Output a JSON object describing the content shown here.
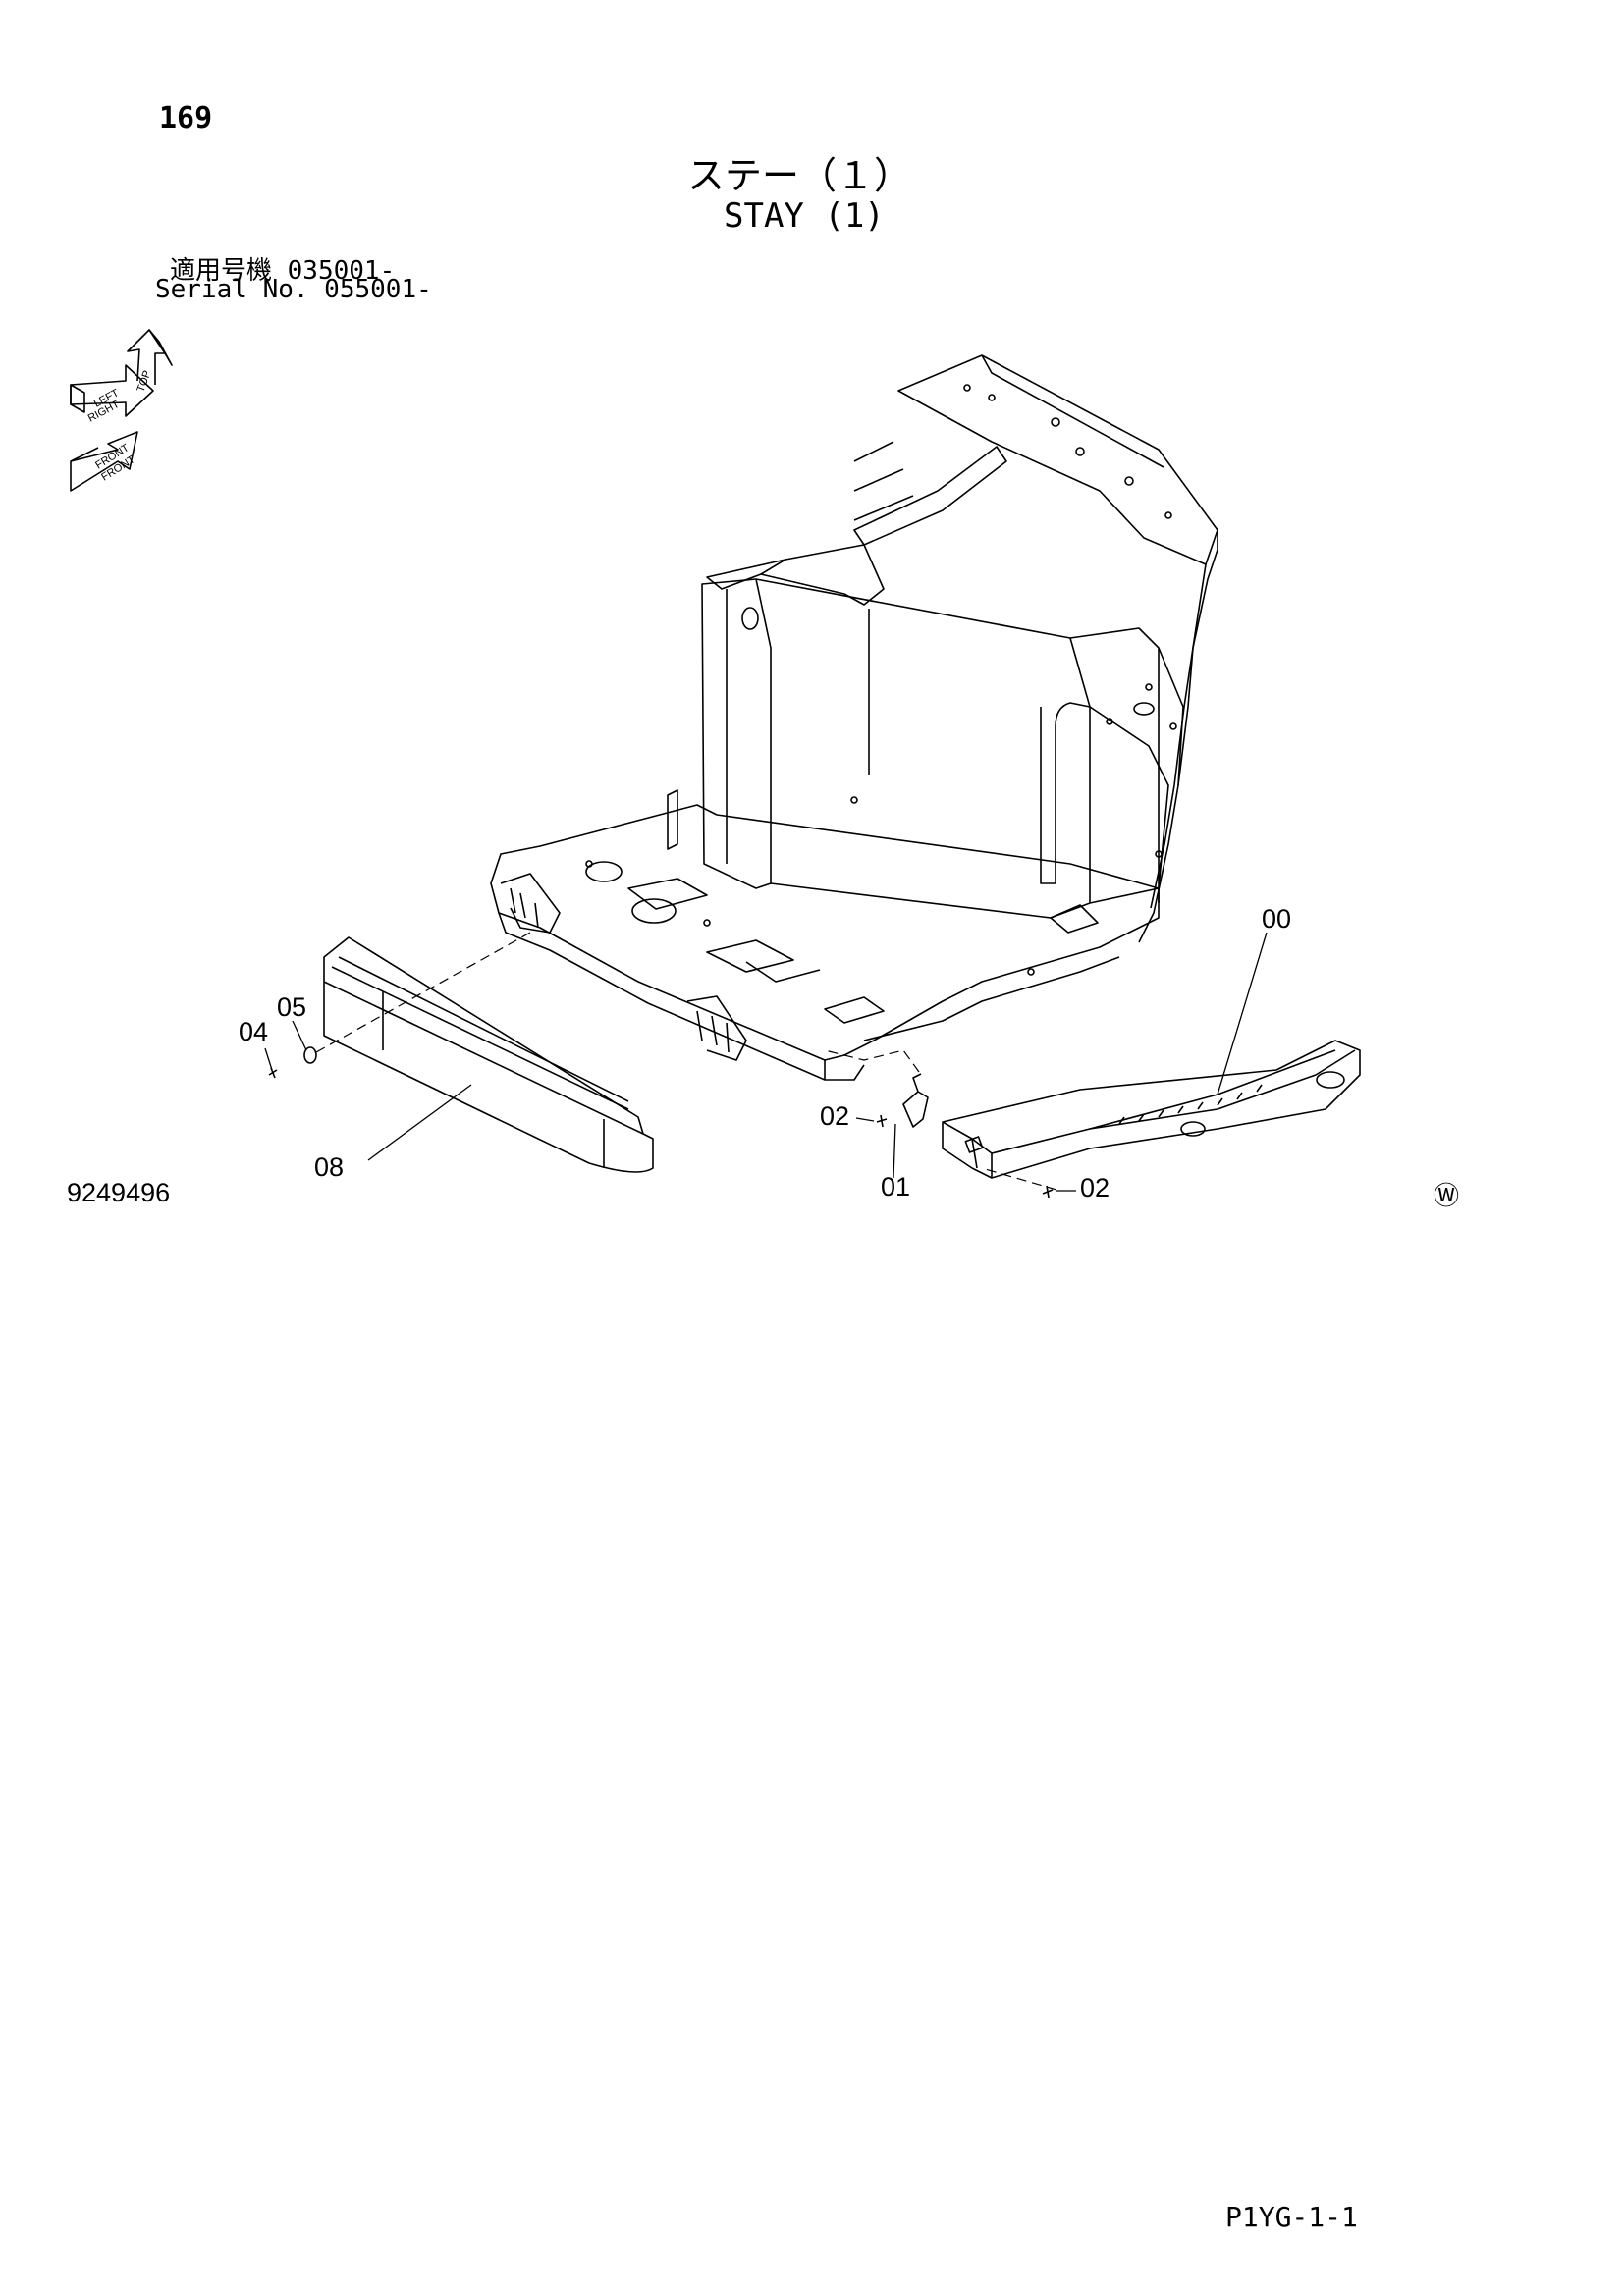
{
  "page": {
    "number": "169",
    "title_ja": "ステー（１）",
    "title_en": "STAY (1)",
    "serial_ja": "適用号機  035001-",
    "serial_en": "Serial No. 055001-",
    "drawing_number": "9249496",
    "w_mark": "Ⓦ",
    "page_code": "P1YG-1-1"
  },
  "orientation": {
    "labels": [
      "TOP",
      "LEFT",
      "RIGHT",
      "FRONT",
      "FRONT"
    ]
  },
  "callouts": [
    {
      "id": "00",
      "text": "00"
    },
    {
      "id": "01",
      "text": "01"
    },
    {
      "id": "02a",
      "text": "02"
    },
    {
      "id": "02b",
      "text": "02"
    },
    {
      "id": "04",
      "text": "04"
    },
    {
      "id": "05",
      "text": "05"
    },
    {
      "id": "08",
      "text": "08"
    }
  ]
}
